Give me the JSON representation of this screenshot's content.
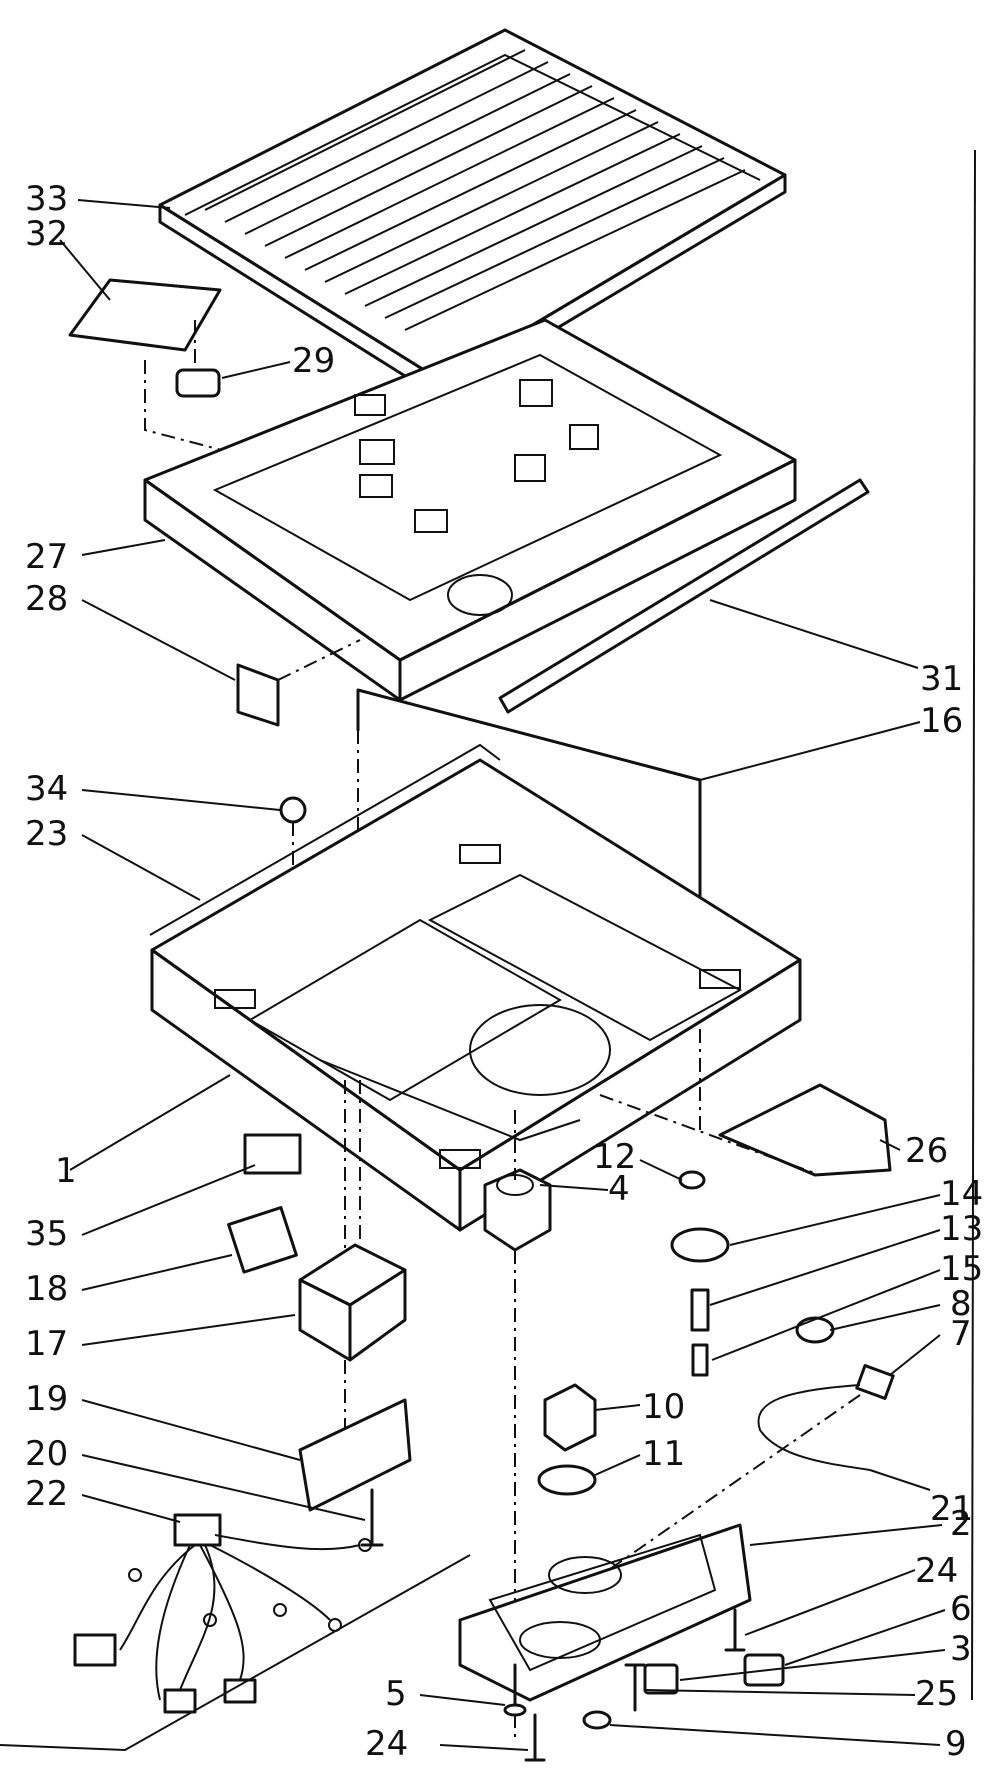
{
  "parts": [
    {
      "key": "p33",
      "label": "33"
    },
    {
      "key": "p32",
      "label": "32"
    },
    {
      "key": "p29",
      "label": "29"
    },
    {
      "key": "p27",
      "label": "27"
    },
    {
      "key": "p28",
      "label": "28"
    },
    {
      "key": "p31",
      "label": "31"
    },
    {
      "key": "p16",
      "label": "16"
    },
    {
      "key": "p34",
      "label": "34"
    },
    {
      "key": "p23",
      "label": "23"
    },
    {
      "key": "p1",
      "label": "1"
    },
    {
      "key": "p35",
      "label": "35"
    },
    {
      "key": "p18",
      "label": "18"
    },
    {
      "key": "p17",
      "label": "17"
    },
    {
      "key": "p19",
      "label": "19"
    },
    {
      "key": "p20",
      "label": "20"
    },
    {
      "key": "p22",
      "label": "22"
    },
    {
      "key": "p26",
      "label": "26"
    },
    {
      "key": "p12",
      "label": "12"
    },
    {
      "key": "p4",
      "label": "4"
    },
    {
      "key": "p14",
      "label": "14"
    },
    {
      "key": "p13",
      "label": "13"
    },
    {
      "key": "p15",
      "label": "15"
    },
    {
      "key": "p8",
      "label": "8"
    },
    {
      "key": "p7",
      "label": "7"
    },
    {
      "key": "p10",
      "label": "10"
    },
    {
      "key": "p11",
      "label": "11"
    },
    {
      "key": "p21",
      "label": "21"
    },
    {
      "key": "p2",
      "label": "2"
    },
    {
      "key": "p24a",
      "label": "24"
    },
    {
      "key": "p6",
      "label": "6"
    },
    {
      "key": "p3",
      "label": "3"
    },
    {
      "key": "p25",
      "label": "25"
    },
    {
      "key": "p5",
      "label": "5"
    },
    {
      "key": "p24b",
      "label": "24"
    },
    {
      "key": "p9",
      "label": "9"
    }
  ]
}
